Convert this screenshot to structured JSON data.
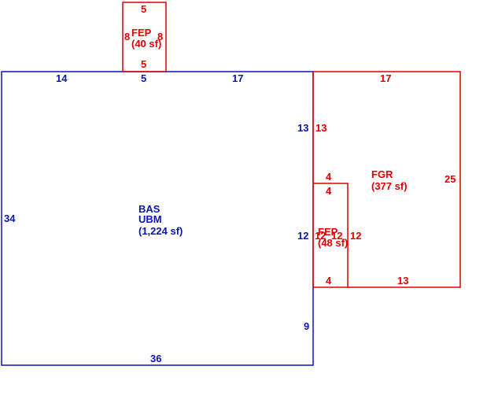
{
  "colors": {
    "main": "#0a14b4",
    "addition": "#e00000"
  },
  "areas": {
    "bas": {
      "code": "BAS",
      "type": "UBM",
      "area": "(1,224 sf)"
    },
    "fep_top": {
      "code": "FEP",
      "area": "(40 sf)"
    },
    "fgr": {
      "code": "FGR",
      "area": "(377 sf)"
    },
    "fep_right": {
      "code": "FEP",
      "area": "(48 sf)"
    }
  },
  "dimensions": {
    "bas_top_left": "14",
    "bas_top_mid": "5",
    "bas_top_right": "17",
    "bas_left": "34",
    "bas_right_upper": "13",
    "bas_right_mid": "12",
    "bas_right_lower": "9",
    "bas_bottom": "36",
    "fep_top_top": "5",
    "fep_top_left": "8",
    "fep_top_right": "8",
    "fep_top_bottom": "5",
    "fgr_top": "17",
    "fgr_left_upper": "13",
    "fgr_right": "25",
    "fgr_inner_top": "4",
    "fgr_bottom_right": "13",
    "fep_right_top": "4",
    "fep_right_left": "12",
    "fep_right_mid_left": "12",
    "fep_right_right": "12",
    "fep_right_bottom": "4"
  }
}
